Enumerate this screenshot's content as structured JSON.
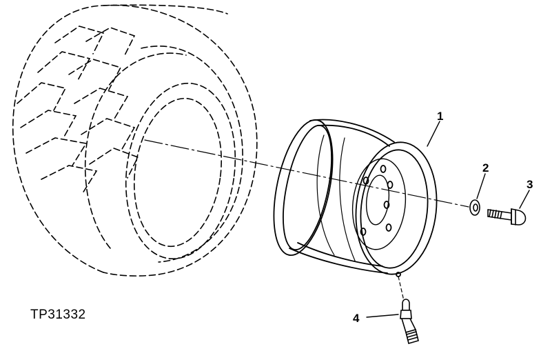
{
  "figure": {
    "id": "TP31332",
    "callouts": [
      "1",
      "2",
      "3",
      "4"
    ]
  },
  "colors": {
    "ink": "#000000",
    "paper": "#ffffff"
  }
}
